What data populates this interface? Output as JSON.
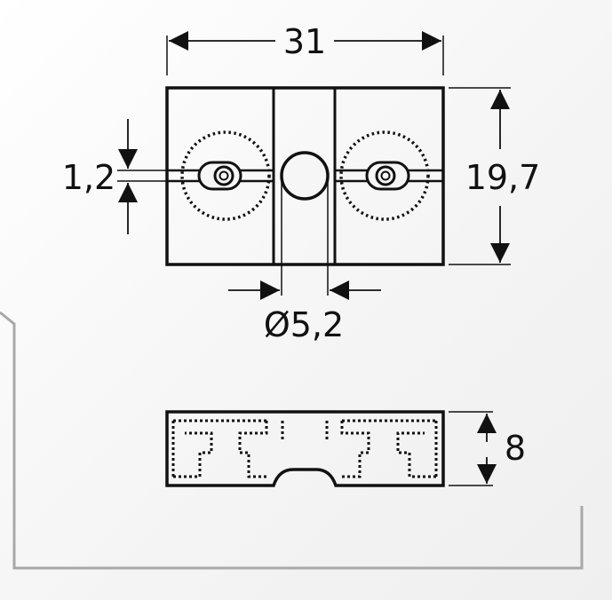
{
  "dimensions": {
    "width": "31",
    "height": "19,7",
    "slot": "1,2",
    "hole_diameter": "Ø5,2",
    "thickness": "8"
  },
  "colors": {
    "line": "#111111",
    "frame": "#a8a8a8",
    "background": "#f4f4f4"
  }
}
